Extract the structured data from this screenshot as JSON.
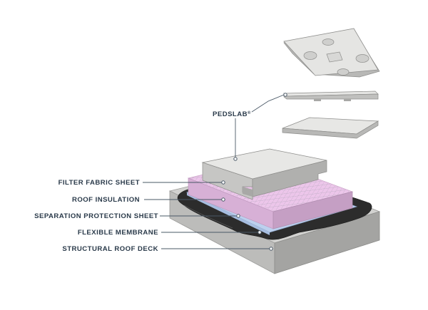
{
  "labels": {
    "pedslab": "PEDSLAB",
    "pedslab_mark": "®",
    "filter_fabric": "FILTER FABRIC SHEET",
    "roof_insulation": "ROOF INSULATION",
    "separation": "SEPARATION PROTECTION SHEET",
    "membrane": "FLEXIBLE MEMBRANE",
    "deck": "STRUCTURAL ROOF DECK"
  },
  "colors": {
    "deck_top": "#d2d2d0",
    "deck_front": "#bcbcba",
    "deck_side": "#a4a4a2",
    "membrane": "#2c2c2c",
    "separation_sheet": "#bcd0ee",
    "insulation_top": "#ecc6ea",
    "insulation_front": "#d7b0d6",
    "insulation_side": "#c59fc4",
    "filter_grid": "#b7a9be",
    "slab_top": "#e7e7e5",
    "slab_side": "#b9b9b7",
    "label_text": "#2a3a4a"
  }
}
